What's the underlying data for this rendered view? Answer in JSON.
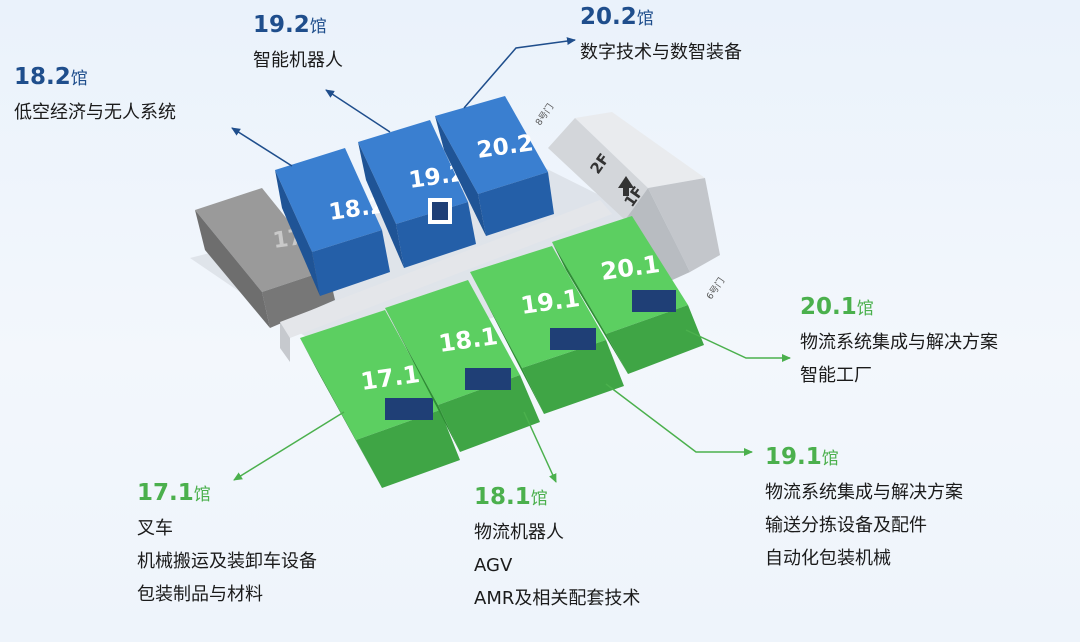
{
  "halls": {
    "h17_2": {
      "num": "17.2"
    },
    "h18_2": {
      "num": "18.2",
      "suffix": "馆",
      "lines": [
        "低空经济与无人系统"
      ]
    },
    "h19_2": {
      "num": "19.2",
      "suffix": "馆",
      "lines": [
        "智能机器人"
      ]
    },
    "h20_2": {
      "num": "20.2",
      "suffix": "馆",
      "lines": [
        "数字技术与数智装备"
      ]
    },
    "h17_1": {
      "num": "17.1",
      "suffix": "馆",
      "lines": [
        "叉车",
        "机械搬运及装卸车设备",
        "包装制品与材料"
      ]
    },
    "h18_1": {
      "num": "18.1",
      "suffix": "馆",
      "lines": [
        "物流机器人",
        "AGV",
        "AMR及相关配套技术"
      ]
    },
    "h19_1": {
      "num": "19.1",
      "suffix": "馆",
      "lines": [
        "物流系统集成与解决方案",
        "输送分拣设备及配件",
        "自动化包装机械"
      ]
    },
    "h20_1": {
      "num": "20.1",
      "suffix": "馆",
      "lines": [
        "物流系统集成与解决方案",
        "智能工厂"
      ]
    }
  },
  "building": {
    "floor_upper": "2F",
    "floor_lower": "1F",
    "gate_8": "8号门",
    "gate_6": "6号门"
  },
  "colors": {
    "blue_hall": "#2f72c4",
    "green_hall": "#4cbf52",
    "grey_hall": "#8b8b8b",
    "label_blue": "#1f4e8c",
    "label_green": "#4bb04d"
  }
}
